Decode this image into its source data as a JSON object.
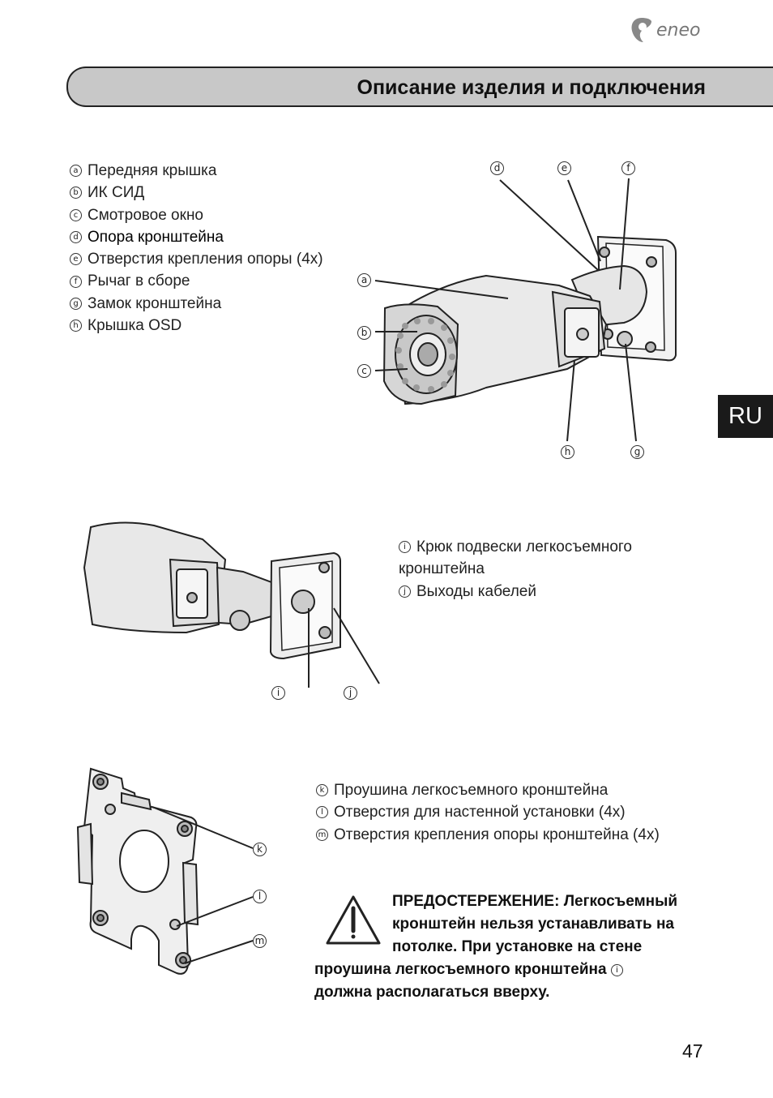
{
  "brand": {
    "name": "eneo"
  },
  "header": {
    "title": "Описание изделия и подключения"
  },
  "lang_tab": {
    "label": "RU"
  },
  "section1": {
    "items": [
      {
        "letter": "a",
        "text": "Передняя крышка"
      },
      {
        "letter": "b",
        "text": "ИК СИД"
      },
      {
        "letter": "c",
        "text": "Смотровое окно"
      },
      {
        "letter": "d",
        "text": "Опора кронштейна"
      },
      {
        "letter": "e",
        "text": "Отверстия крепления опоры (4x)"
      },
      {
        "letter": "f",
        "text": "Рычаг в сборе"
      },
      {
        "letter": "g",
        "text": "Замок кронштейна"
      },
      {
        "letter": "h",
        "text": "Крышка OSD"
      }
    ]
  },
  "section2": {
    "items": [
      {
        "letter": "i",
        "text": "Крюк подвески легкосъемного"
      },
      {
        "letter": "",
        "text": "кронштейна"
      },
      {
        "letter": "j",
        "text": "Выходы кабелей"
      }
    ]
  },
  "section3": {
    "items": [
      {
        "letter": "k",
        "text": "Проушина легкосъемного кронштейна"
      },
      {
        "letter": "l",
        "text": "Отверстия для настенной установки (4x)"
      },
      {
        "letter": "m",
        "text": "Отверстия крепления опоры кронштейна (4x)"
      }
    ]
  },
  "warning": {
    "line1": "ПРЕДОСТЕРЕЖЕНИЕ: Легкосъемный",
    "line2": "кронштейн нельзя устанавливать на",
    "line3": "потолке. При установке на стене",
    "line4_pre": "проушина легкосъемного кронштейна",
    "line4_ref": "i",
    "line5": "должна располагаться вверху."
  },
  "page_number": "47"
}
